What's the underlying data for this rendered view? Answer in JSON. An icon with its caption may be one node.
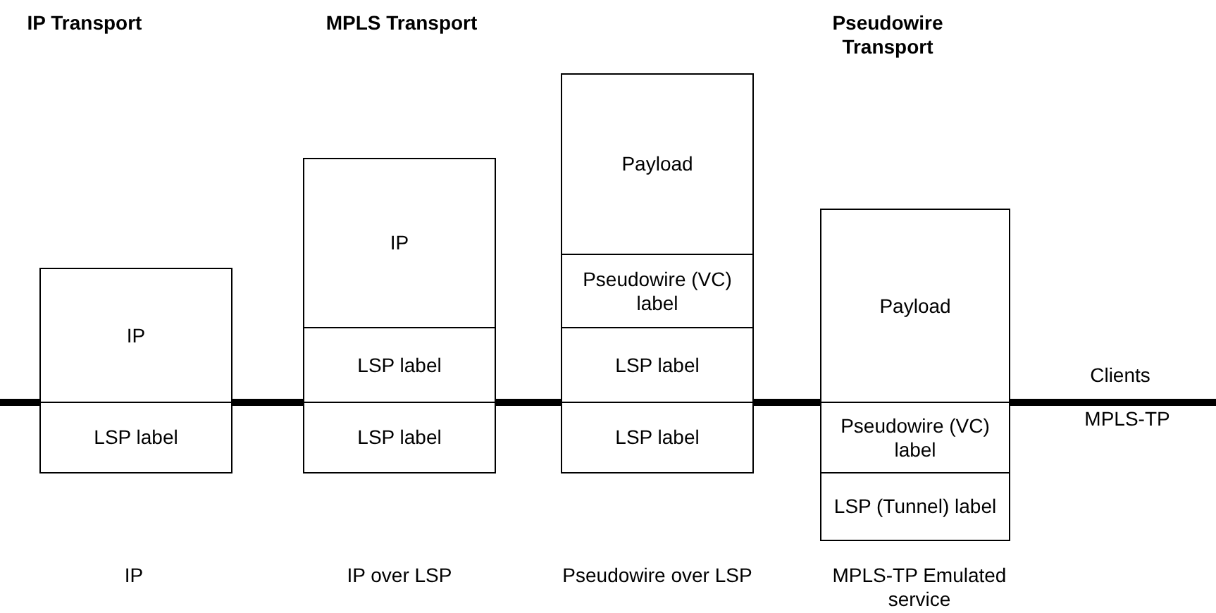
{
  "diagram": {
    "nodes": [
      {
        "text": [
          "IP"
        ]
      },
      {
        "text": [
          "LSP label"
        ]
      },
      {
        "text": [
          "IP"
        ]
      },
      {
        "text": [
          "LSP label"
        ]
      },
      {
        "text": [
          "LSP label"
        ]
      },
      {
        "text": [
          "Payload"
        ]
      },
      {
        "text": [
          "Pseudowire (VC) label"
        ]
      },
      {
        "text": [
          "LSP label"
        ]
      },
      {
        "text": [
          "LSP label"
        ]
      },
      {
        "text": [
          "Payload"
        ]
      },
      {
        "text": [
          "Pseudowire (VC) label"
        ]
      },
      {
        "text": [
          "LSP (Tunnel) label"
        ]
      }
    ],
    "labels": [
      "IP Transport",
      "MPLS Transport",
      "Pseudowire Transport",
      "Clients",
      "MPLS-TP",
      "IP",
      "IP over LSP",
      "Pseudowire over LSP",
      "MPLS-TP Emulated service"
    ]
  }
}
